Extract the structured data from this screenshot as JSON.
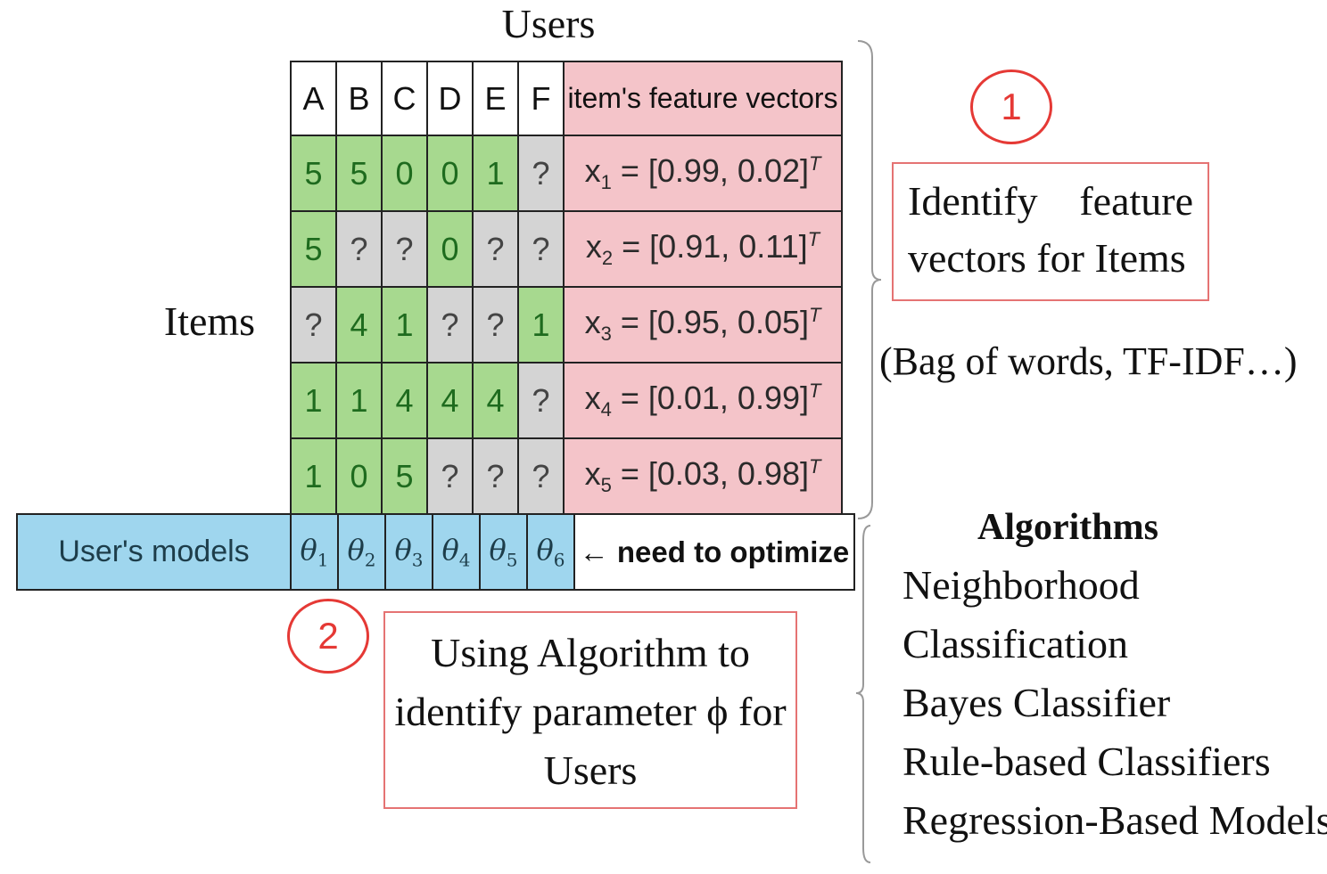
{
  "users_label": "Users",
  "items_label": "Items",
  "columns": [
    "A",
    "B",
    "C",
    "D",
    "E",
    "F"
  ],
  "feature_header": "item's feature vectors",
  "rows": [
    {
      "ratings": [
        "5",
        "5",
        "0",
        "0",
        "1",
        "?"
      ],
      "vector": {
        "var": "x",
        "sub": "1",
        "values": "[0.99, 0.02]",
        "sup": "T"
      }
    },
    {
      "ratings": [
        "5",
        "?",
        "?",
        "0",
        "?",
        "?"
      ],
      "vector": {
        "var": "x",
        "sub": "2",
        "values": "[0.91, 0.11]",
        "sup": "T"
      }
    },
    {
      "ratings": [
        "?",
        "4",
        "1",
        "?",
        "?",
        "1"
      ],
      "vector": {
        "var": "x",
        "sub": "3",
        "values": "[0.95, 0.05]",
        "sup": "T"
      }
    },
    {
      "ratings": [
        "1",
        "1",
        "4",
        "4",
        "4",
        "?"
      ],
      "vector": {
        "var": "x",
        "sub": "4",
        "values": "[0.01, 0.99]",
        "sup": "T"
      }
    },
    {
      "ratings": [
        "1",
        "0",
        "5",
        "?",
        "?",
        "?"
      ],
      "vector": {
        "var": "x",
        "sub": "5",
        "values": "[0.03, 0.98]",
        "sup": "T"
      }
    }
  ],
  "models": {
    "label": "User's models",
    "thetas": [
      {
        "sym": "θ",
        "sub": "1"
      },
      {
        "sym": "θ",
        "sub": "2"
      },
      {
        "sym": "θ",
        "sub": "3"
      },
      {
        "sym": "θ",
        "sub": "4"
      },
      {
        "sym": "θ",
        "sub": "5"
      },
      {
        "sym": "θ",
        "sub": "6"
      }
    ],
    "optimize": "← need to optimize"
  },
  "step1": {
    "number": "1",
    "text_line1_a": "Identify",
    "text_line1_b": "feature",
    "text_line2": "vectors for Items",
    "methods": "(Bag of words, TF-IDF…)"
  },
  "step2": {
    "number": "2",
    "lines": [
      "Using Algorithm to",
      "identify parameter ϕ for",
      "Users"
    ]
  },
  "algorithms": {
    "title": "Algorithms",
    "items": [
      "Neighborhood",
      "Classification",
      "Bayes Classifier",
      "Rule-based Classifiers",
      "Regression-Based Models"
    ]
  },
  "colors": {
    "known_rating": "#a7d98f",
    "unknown_rating": "#d4d4d4",
    "feature_vector": "#f4c4c9",
    "user_model": "#9fd6ee",
    "highlight": "#e53935"
  }
}
